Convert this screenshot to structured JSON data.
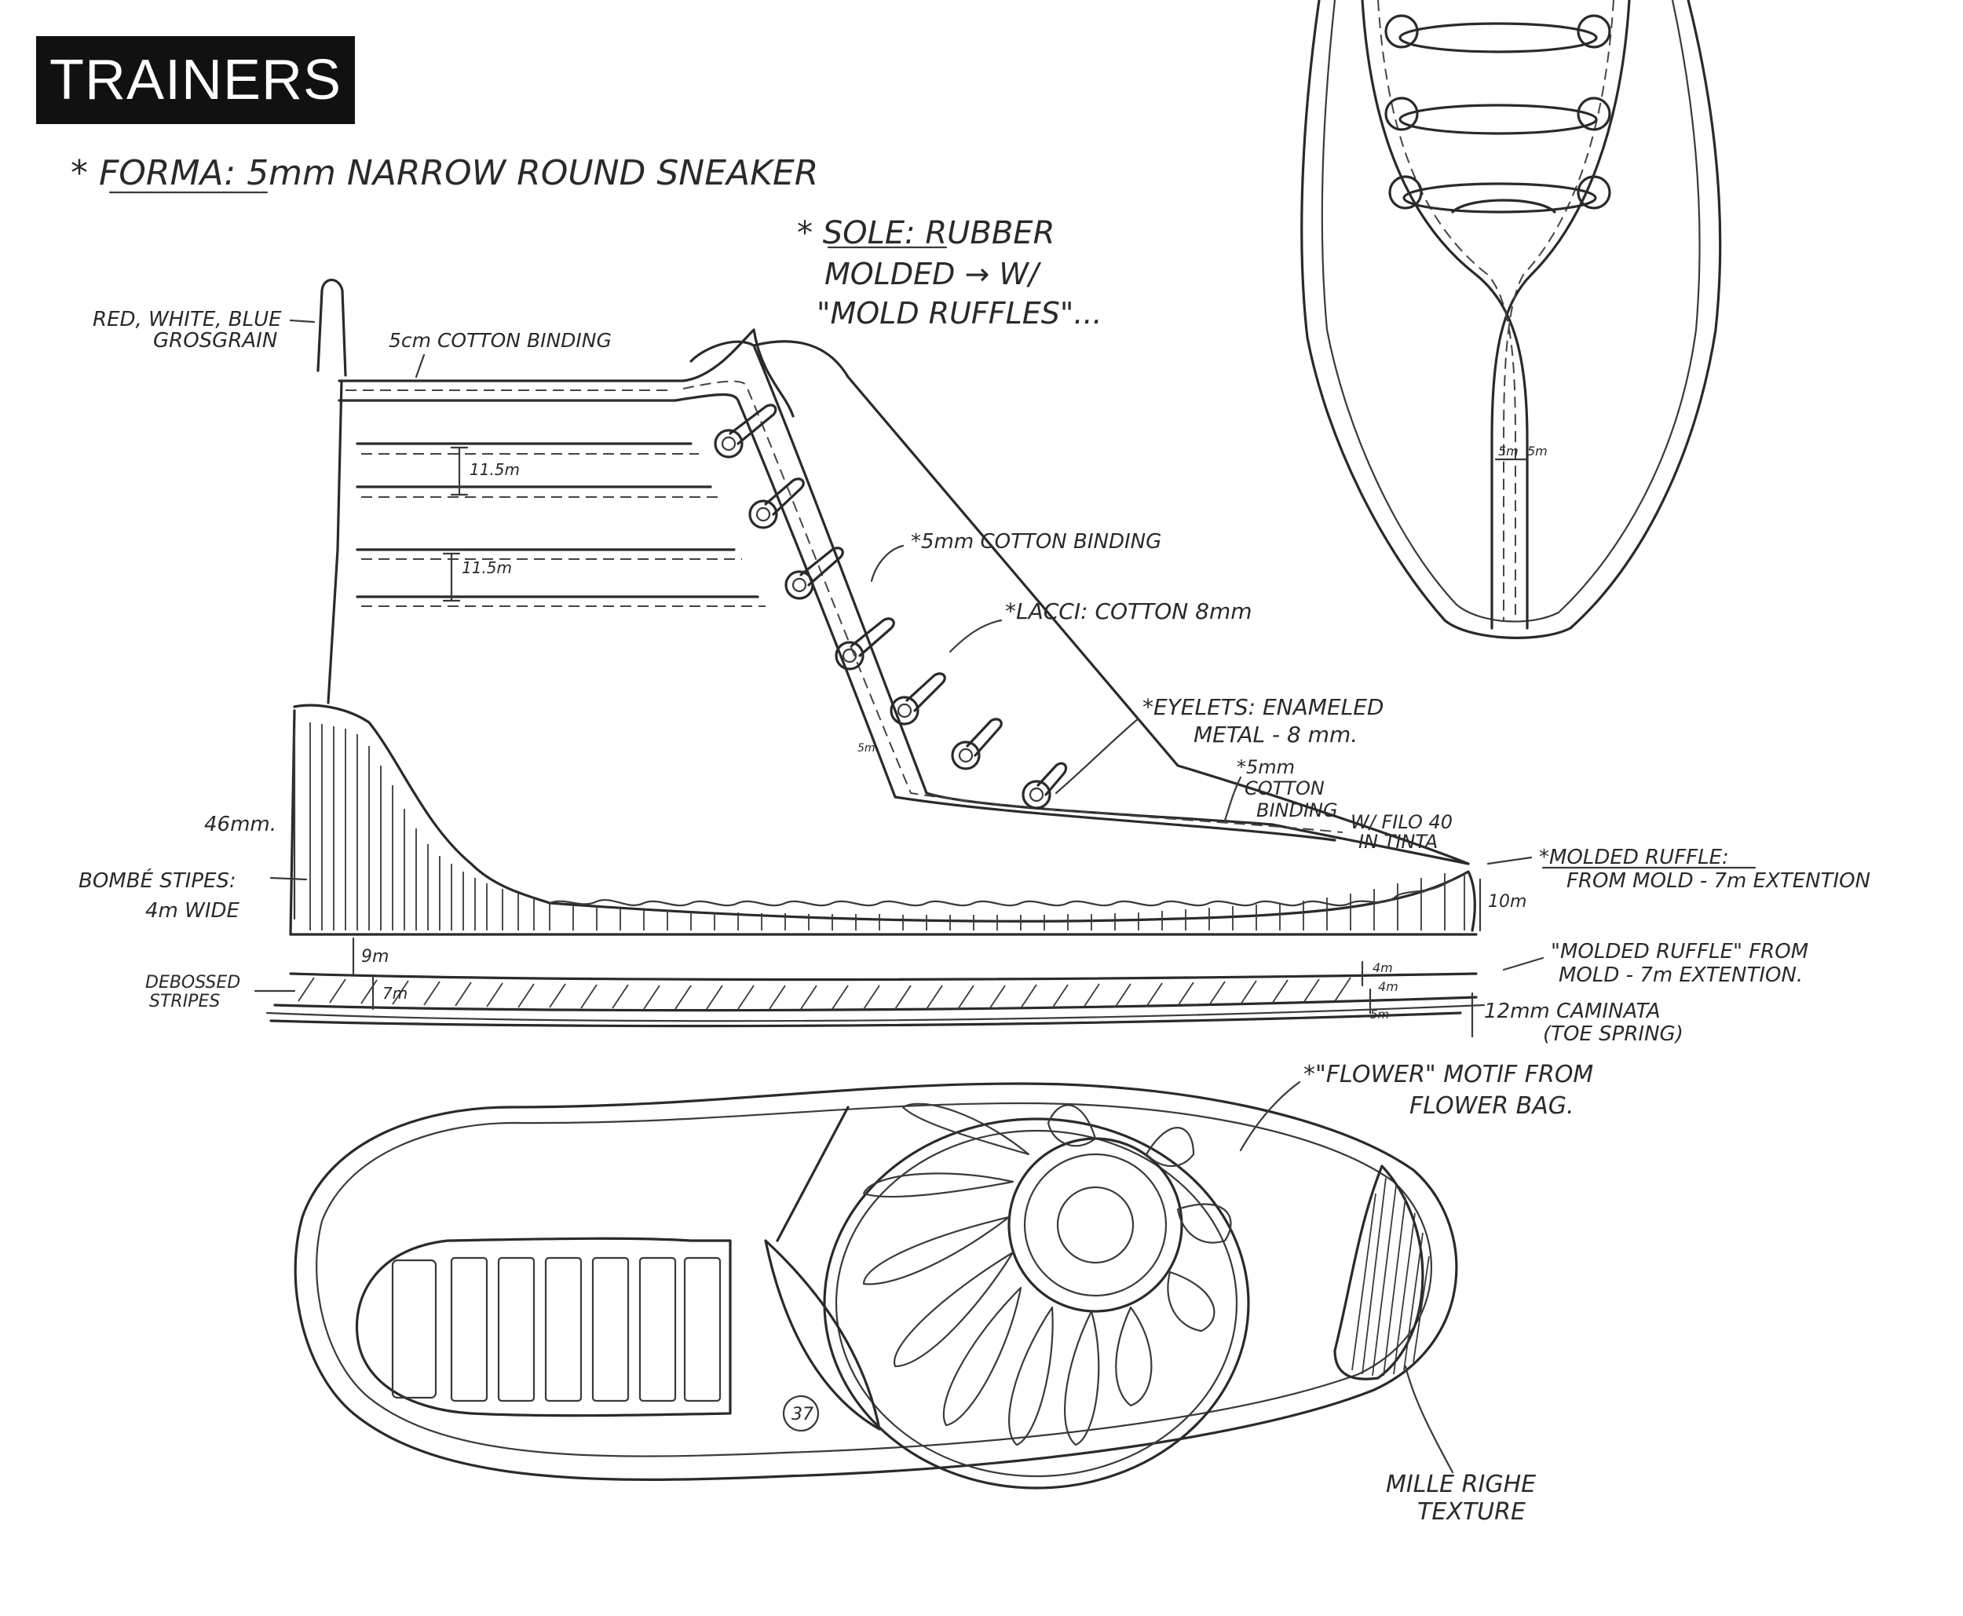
{
  "title": "TRAINERS",
  "notes": {
    "forma": "* FORMA: 5mm NARROW ROUND SNEAKER",
    "sole_1": "* SOLE: RUBBER",
    "sole_2": "MOLDED → W/",
    "sole_3": "\"MOLD RUFFLES\"...",
    "grosgrain_1": "RED, WHITE, BLUE",
    "grosgrain_2": "GROSGRAIN",
    "binding_top": "5cm COTTON BINDING",
    "dim_stripe_1": "11.5m",
    "dim_stripe_2": "11.5m",
    "binding_laces": "*5mm COTTON BINDING",
    "lacci": "*LACCI: COTTON 8mm",
    "eyelets_1": "*EYELETS: ENAMELED",
    "eyelets_2": "METAL - 8 mm.",
    "binding_vamp_1": "*5mm",
    "binding_vamp_2": "COTTON",
    "binding_vamp_3": "BINDING",
    "binding_vamp_4": "W/ FILO 40",
    "binding_vamp_5": "IN TINTA",
    "height": "46mm.",
    "bombe_1": "BOMBÉ STIPES:",
    "bombe_2": "4m WIDE",
    "debossed_1": "DEBOSSED",
    "debossed_2": "STRIPES",
    "dim_9m": "9m",
    "dim_7m": "7m",
    "dim_4m_a": "4m",
    "dim_4m_b": "4m",
    "dim_5m": "5m",
    "dim_10m": "10m",
    "molded_ruffle_a1": "*MOLDED RUFFLE:",
    "molded_ruffle_a2": "FROM MOLD - 7m EXTENTION",
    "molded_ruffle_b1": "\"MOLDED RUFFLE\" FROM",
    "molded_ruffle_b2": "MOLD - 7m EXTENTION.",
    "toe_spring_1": "12mm CAMINATA",
    "toe_spring_2": "(TOE SPRING)",
    "flower_1": "*\"FLOWER\" MOTIF FROM",
    "flower_2": "FLOWER BAG.",
    "mille_1": "MILLE RIGHE",
    "mille_2": "TEXTURE",
    "size_mark": "37",
    "dim_top_a": "5m",
    "dim_top_b": "5m",
    "dim_lace": "5m"
  }
}
